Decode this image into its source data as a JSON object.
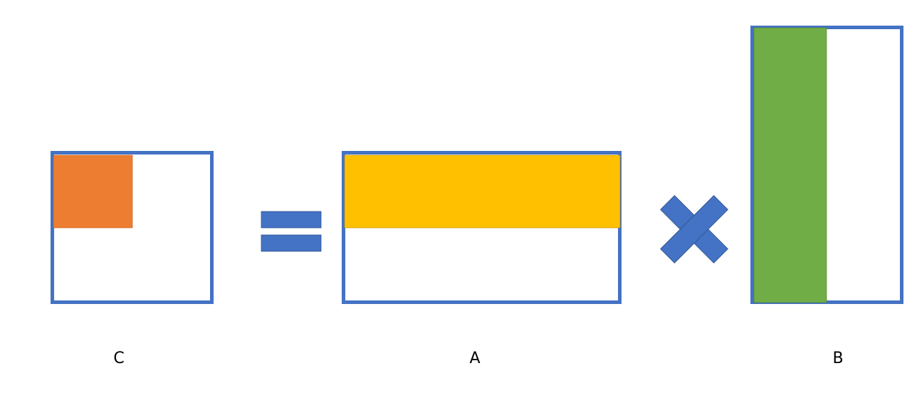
{
  "labels": {
    "c": "C",
    "a": "A",
    "b": "B"
  },
  "colors": {
    "frame": "#4472c4",
    "c_block": "#ed7d31",
    "a_row": "#ffc000",
    "b_column": "#70ad47",
    "background": "#ffffff"
  },
  "operators": {
    "equals": "equals-icon",
    "times": "multiply-icon"
  }
}
